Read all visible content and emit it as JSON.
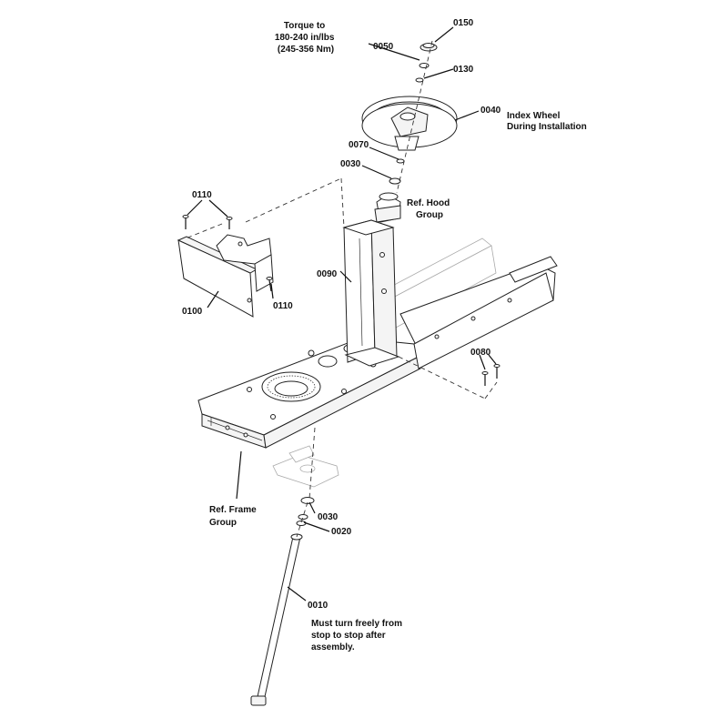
{
  "labels": {
    "p0150": "0150",
    "p0050": "0050",
    "p0130": "0130",
    "p0040": "0040",
    "p0070": "0070",
    "p0030_top": "0030",
    "p0110_top": "0110",
    "p0110_bottom": "0110",
    "p0100": "0100",
    "p0090": "0090",
    "p0080": "0080",
    "p0030_bottom": "0030",
    "p0020": "0020",
    "p0010": "0010"
  },
  "notes": {
    "torque": [
      "Torque to",
      "180-240 in/lbs",
      "(245-356 Nm)"
    ],
    "index_wheel": [
      "Index Wheel",
      "During Installation"
    ],
    "hood_group": [
      "Ref. Hood",
      "Group"
    ],
    "frame_group": [
      "Ref. Frame",
      "Group"
    ],
    "must_turn": [
      "Must turn freely from",
      "stop to stop after",
      "assembly."
    ]
  }
}
